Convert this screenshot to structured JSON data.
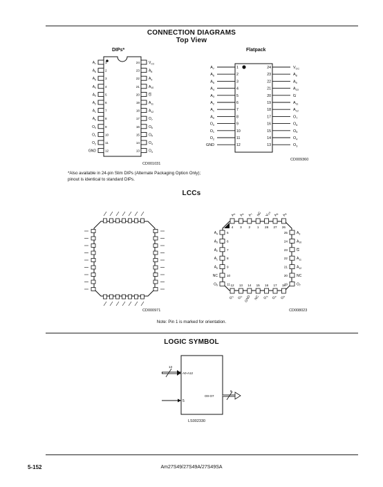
{
  "header": {
    "title": "CONNECTION DIAGRAMS",
    "subtitle": "Top View"
  },
  "dip": {
    "label": "DIPs*",
    "code": "CD001031",
    "footnote": "*Also available in 24-pin Slim DIPs (Alternate Packaging Option Only); pinout is identical to standard DIPs.",
    "left_pins": [
      {
        "num": "1",
        "name": "A7"
      },
      {
        "num": "2",
        "name": "A6"
      },
      {
        "num": "3",
        "name": "A5"
      },
      {
        "num": "4",
        "name": "A4"
      },
      {
        "num": "5",
        "name": "A3"
      },
      {
        "num": "6",
        "name": "A2"
      },
      {
        "num": "7",
        "name": "A1"
      },
      {
        "num": "8",
        "name": "A0"
      },
      {
        "num": "9",
        "name": "O0"
      },
      {
        "num": "10",
        "name": "O1"
      },
      {
        "num": "11",
        "name": "O2"
      },
      {
        "num": "12",
        "name": "GND"
      }
    ],
    "right_pins": [
      {
        "num": "24",
        "name": "VCC"
      },
      {
        "num": "23",
        "name": "A8"
      },
      {
        "num": "22",
        "name": "A9"
      },
      {
        "num": "21",
        "name": "A10"
      },
      {
        "num": "20",
        "name": "G"
      },
      {
        "num": "19",
        "name": "A11"
      },
      {
        "num": "18",
        "name": "A12"
      },
      {
        "num": "17",
        "name": "O7"
      },
      {
        "num": "16",
        "name": "O6"
      },
      {
        "num": "15",
        "name": "O5"
      },
      {
        "num": "14",
        "name": "O4"
      },
      {
        "num": "13",
        "name": "O3"
      }
    ]
  },
  "flatpack": {
    "label": "Flatpack",
    "code": "CD009360",
    "left_pins": [
      {
        "num": "1",
        "name": "A7"
      },
      {
        "num": "2",
        "name": "A6"
      },
      {
        "num": "3",
        "name": "A5"
      },
      {
        "num": "4",
        "name": "A4"
      },
      {
        "num": "5",
        "name": "A3"
      },
      {
        "num": "6",
        "name": "A2"
      },
      {
        "num": "7",
        "name": "A1"
      },
      {
        "num": "8",
        "name": "A0"
      },
      {
        "num": "9",
        "name": "O0"
      },
      {
        "num": "10",
        "name": "O1"
      },
      {
        "num": "11",
        "name": "O2"
      },
      {
        "num": "12",
        "name": "GND"
      }
    ],
    "right_pins": [
      {
        "num": "24",
        "name": "VCC"
      },
      {
        "num": "23",
        "name": "A8"
      },
      {
        "num": "22",
        "name": "A9"
      },
      {
        "num": "21",
        "name": "A10"
      },
      {
        "num": "20",
        "name": "G"
      },
      {
        "num": "19",
        "name": "A11"
      },
      {
        "num": "18",
        "name": "A12"
      },
      {
        "num": "17",
        "name": "O7"
      },
      {
        "num": "16",
        "name": "O6"
      },
      {
        "num": "15",
        "name": "O5"
      },
      {
        "num": "14",
        "name": "O4"
      },
      {
        "num": "13",
        "name": "O3"
      }
    ]
  },
  "lcc": {
    "title": "LCCs",
    "left_code": "CD000971",
    "right_code": "CD008023",
    "note": "Note: Pin 1 is marked for orientation.",
    "right_left_pins": [
      {
        "num": "5",
        "name": "A4"
      },
      {
        "num": "6",
        "name": "A3"
      },
      {
        "num": "7",
        "name": "A2"
      },
      {
        "num": "8",
        "name": "A1"
      },
      {
        "num": "9",
        "name": "A0"
      },
      {
        "num": "10",
        "name": "NC"
      },
      {
        "num": "11",
        "name": "O0"
      }
    ],
    "right_right_pins": [
      {
        "num": "25",
        "name": "A9"
      },
      {
        "num": "24",
        "name": "A10"
      },
      {
        "num": "23",
        "name": "G"
      },
      {
        "num": "22",
        "name": "A11"
      },
      {
        "num": "21",
        "name": "A12"
      },
      {
        "num": "20",
        "name": "NC"
      },
      {
        "num": "19",
        "name": "O7"
      }
    ],
    "right_top_pins": [
      {
        "num": "4",
        "name": "A5"
      },
      {
        "num": "3",
        "name": "A6"
      },
      {
        "num": "2",
        "name": "A7"
      },
      {
        "num": "1",
        "name": "NC"
      },
      {
        "num": "28",
        "name": "VCC"
      },
      {
        "num": "27",
        "name": "A8"
      },
      {
        "num": "26",
        "name": "A9"
      }
    ],
    "right_bottom_pins": [
      {
        "num": "12",
        "name": "O1"
      },
      {
        "num": "13",
        "name": "O2"
      },
      {
        "num": "14",
        "name": "GND"
      },
      {
        "num": "15",
        "name": "NC"
      },
      {
        "num": "16",
        "name": "O3"
      },
      {
        "num": "17",
        "name": "O4"
      },
      {
        "num": "18",
        "name": "O5"
      }
    ]
  },
  "logic": {
    "title": "LOGIC SYMBOL",
    "addr_bus_width": "13",
    "addr_label": "A0-A12",
    "enable_pin": "5",
    "out_bus_width": "8",
    "out_label": "O0-O7",
    "code": "LS002330"
  },
  "footer": {
    "page": "5-152",
    "part": "Am27S49/27S49A/27S49SA"
  }
}
